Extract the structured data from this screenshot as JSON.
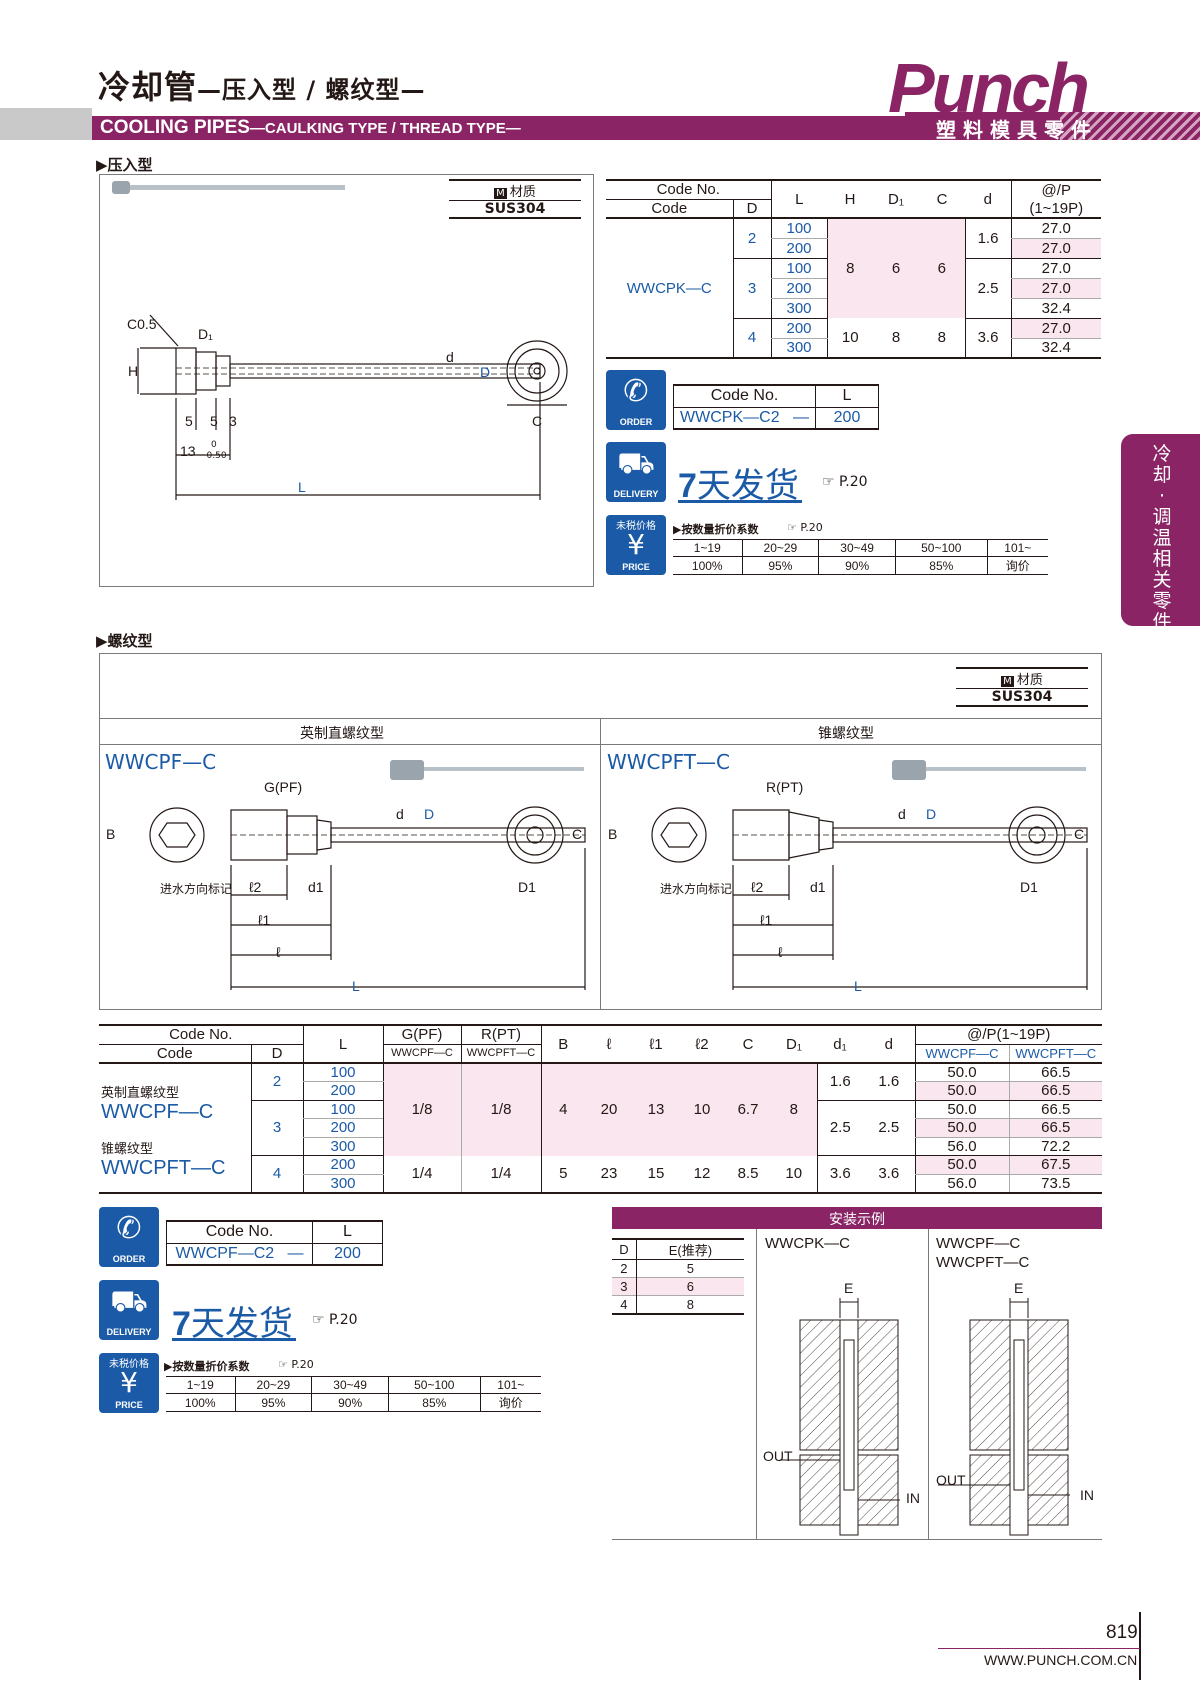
{
  "header": {
    "title_cn_main": "冷却管",
    "title_cn_sub": "—压入型 / 螺纹型—",
    "title_en_main": "COOLING PIPES",
    "title_en_sub": "—CAULKING TYPE / THREAD TYPE—",
    "brand": "Punch",
    "brand_sub": "塑料模具零件"
  },
  "side_tab": "冷却·调温相关零件",
  "section1": {
    "label": "▶压入型",
    "material_head": "材质",
    "material_value": "SUS304",
    "dims": {
      "c05": "C0.5",
      "d1": "D₁",
      "h": "H",
      "d": "d",
      "D": "D",
      "c": "C",
      "l": "L",
      "five_a": "5",
      "five_b": "5",
      "three": "3",
      "thirteen": "13",
      "tol_top": "0",
      "tol_bot": "−0.50"
    },
    "table": {
      "head_codeno": "Code No.",
      "head_code": "Code",
      "head_d": "D",
      "head_l": "L",
      "head_h": "H",
      "head_d1": "D₁",
      "head_c": "C",
      "head_dsmall": "d",
      "head_price1": "@/P",
      "head_price2": "(1~19P)",
      "code": "WWCPK—C",
      "rows": [
        {
          "L": "100",
          "price": "27.0"
        },
        {
          "L": "200",
          "price": "27.0"
        },
        {
          "L": "100",
          "price": "27.0"
        },
        {
          "L": "200",
          "price": "27.0"
        },
        {
          "L": "300",
          "price": "32.4"
        },
        {
          "L": "200",
          "price": "27.0"
        },
        {
          "L": "300",
          "price": "32.4"
        }
      ],
      "d_vals": [
        "2",
        "3",
        "4"
      ],
      "h_vals": [
        "8",
        "10"
      ],
      "d1_vals": [
        "6",
        "8"
      ],
      "c_vals": [
        "6",
        "8"
      ],
      "dsmall_vals": [
        "1.6",
        "2.5",
        "3.6"
      ]
    },
    "order": {
      "head_codeno": "Code No.",
      "head_l": "L",
      "code": "WWCPK—C2",
      "dash": "—",
      "l": "200"
    },
    "delivery": {
      "days": "7",
      "text": "天发货",
      "ref": "☞ P.20"
    },
    "price": {
      "head": "▶按数量折价系数",
      "ref": "☞ P.20",
      "qty": [
        "1~19",
        "20~29",
        "30~49",
        "50~100",
        "101~"
      ],
      "rate": [
        "100%",
        "95%",
        "90%",
        "85%",
        "询价"
      ]
    }
  },
  "icons": {
    "order": "ORDER",
    "delivery": "DELIVERY",
    "price_top": "未税价格",
    "price": "PRICE"
  },
  "section2": {
    "label": "▶螺纹型",
    "material_head": "材质",
    "material_value": "SUS304",
    "left_title": "英制直螺纹型",
    "right_title": "锥螺纹型",
    "left_code": "WWCPF—C",
    "right_code": "WWCPFT—C",
    "dims": {
      "g": "G(PF)",
      "r": "R(PT)",
      "b": "B",
      "d": "d",
      "D": "D",
      "c": "C",
      "l2": "ℓ2",
      "d1": "d1",
      "l1": "ℓ1",
      "l": "ℓ",
      "L": "L",
      "D1": "D1",
      "water": "进水方向标记"
    },
    "table": {
      "head_codeno": "Code No.",
      "head_code": "Code",
      "head_d": "D",
      "head_l": "L",
      "head_g": "G(PF)",
      "head_r": "R(PT)",
      "head_g_sub": "WWCPF—C",
      "head_r_sub": "WWCPFT—C",
      "head_b": "B",
      "head_ll": "ℓ",
      "head_l1": "ℓ1",
      "head_l2": "ℓ2",
      "head_c": "C",
      "head_D1": "D₁",
      "head_d1": "d₁",
      "head_dsmall": "d",
      "head_price": "@/P(1~19P)",
      "head_price_a": "WWCPF—C",
      "head_price_b": "WWCPFT—C",
      "label_a": "英制直螺纹型",
      "code_a": "WWCPF—C",
      "label_b": "锥螺纹型",
      "code_b": "WWCPFT—C",
      "rows": [
        {
          "L": "100",
          "pa": "50.0",
          "pb": "66.5"
        },
        {
          "L": "200",
          "pa": "50.0",
          "pb": "66.5"
        },
        {
          "L": "100",
          "pa": "50.0",
          "pb": "66.5"
        },
        {
          "L": "200",
          "pa": "50.0",
          "pb": "66.5"
        },
        {
          "L": "300",
          "pa": "56.0",
          "pb": "72.2"
        },
        {
          "L": "200",
          "pa": "50.0",
          "pb": "67.5"
        },
        {
          "L": "300",
          "pa": "56.0",
          "pb": "73.5"
        }
      ],
      "d_vals": [
        "2",
        "3",
        "4"
      ],
      "g_vals": [
        "1/8",
        "1/4"
      ],
      "r_vals": [
        "1/8",
        "1/4"
      ],
      "b_vals": [
        "4",
        "5"
      ],
      "ll_vals": [
        "20",
        "23"
      ],
      "l1_vals": [
        "13",
        "15"
      ],
      "l2_vals": [
        "10",
        "12"
      ],
      "c_vals": [
        "6.7",
        "8.5"
      ],
      "D1_vals": [
        "8",
        "10"
      ],
      "d1_vals": [
        "1.6",
        "2.5",
        "3.6"
      ],
      "dsmall_vals": [
        "1.6",
        "2.5",
        "3.6"
      ]
    },
    "order": {
      "head_codeno": "Code No.",
      "head_l": "L",
      "code": "WWCPF—C2",
      "dash": "—",
      "l": "200"
    },
    "delivery": {
      "days": "7",
      "text": "天发货",
      "ref": "☞ P.20"
    },
    "price": {
      "head": "▶按数量折价系数",
      "ref": "☞ P.20",
      "qty": [
        "1~19",
        "20~29",
        "30~49",
        "50~100",
        "101~"
      ],
      "rate": [
        "100%",
        "95%",
        "90%",
        "85%",
        "询价"
      ]
    }
  },
  "install": {
    "title": "安装示例",
    "head_d": "D",
    "head_e": "E(推荐)",
    "rows": [
      {
        "d": "2",
        "e": "5"
      },
      {
        "d": "3",
        "e": "6"
      },
      {
        "d": "4",
        "e": "8"
      }
    ],
    "left_code": "WWCPK—C",
    "right_code_a": "WWCPF—C",
    "right_code_b": "WWCPFT—C",
    "e": "E",
    "out": "OUT",
    "in": "IN"
  },
  "footer": {
    "page": "819",
    "url": "WWW.PUNCH.COM.CN"
  }
}
